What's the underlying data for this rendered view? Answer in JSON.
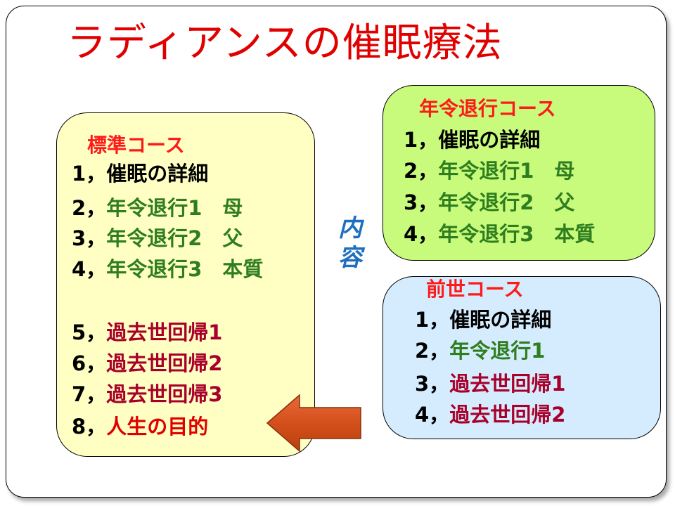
{
  "title": "ラディアンスの催眠療法",
  "center_label": [
    "内",
    "容"
  ],
  "colors": {
    "title": "#e00000",
    "standard_bg": "#ffffc4",
    "age_bg": "#c8fa7c",
    "past_bg": "#d4ecfd",
    "arrow": "#d9531e",
    "center_label": "#1f6fbf"
  },
  "standard_course": {
    "title": "標準コース",
    "items": [
      {
        "num": "1，",
        "text": "催眠の詳細"
      },
      {
        "num": "2，",
        "text": "年令退行1　母"
      },
      {
        "num": "3，",
        "text": "年令退行2　父"
      },
      {
        "num": "4，",
        "text": "年令退行3　本質"
      },
      {
        "num": "5，",
        "text": "過去世回帰1"
      },
      {
        "num": "6，",
        "text": "過去世回帰2"
      },
      {
        "num": "7，",
        "text": "過去世回帰3"
      },
      {
        "num": "8，",
        "text": "人生の目的"
      }
    ]
  },
  "age_regression_course": {
    "title": "年令退行コース",
    "items": [
      {
        "num": "1，",
        "text": "催眠の詳細"
      },
      {
        "num": "2，",
        "text": "年令退行1　母"
      },
      {
        "num": "3，",
        "text": "年令退行2　父"
      },
      {
        "num": "4，",
        "text": "年令退行3　本質"
      }
    ]
  },
  "past_life_course": {
    "title": "前世コース",
    "items": [
      {
        "num": "1，",
        "text": "催眠の詳細"
      },
      {
        "num": "2，",
        "text": "年令退行1"
      },
      {
        "num": "3，",
        "text": "過去世回帰1"
      },
      {
        "num": "4，",
        "text": "過去世回帰2"
      }
    ]
  }
}
